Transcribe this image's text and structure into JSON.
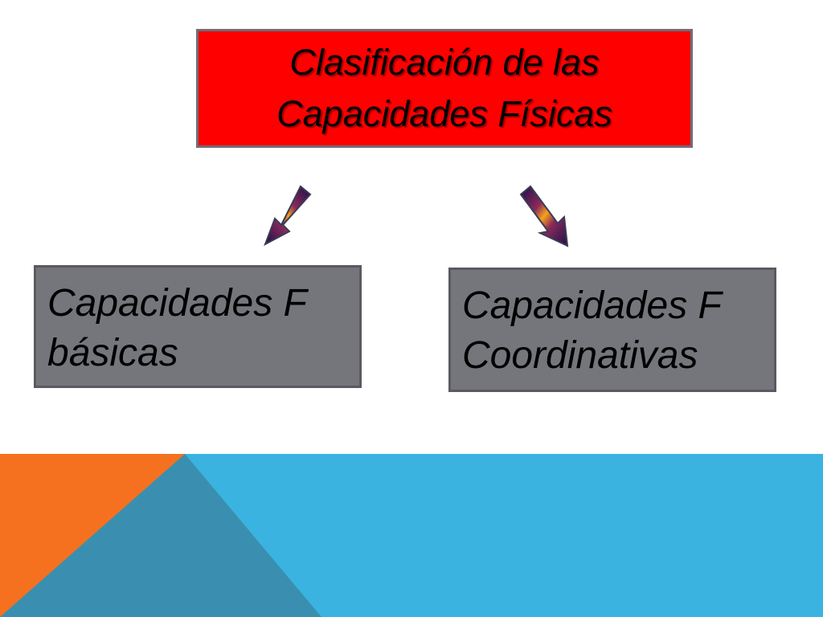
{
  "title": {
    "line1": "Clasificación de las",
    "line2": "Capacidades Físicas"
  },
  "left_box": {
    "line1": "Capacidades F",
    "line2": "básicas"
  },
  "right_box": {
    "line1": "Capacidades F",
    "line2": "Coordinativas"
  },
  "colors": {
    "title_fill": "#ff0000",
    "box_fill": "#75767c",
    "footer_blue": "#3bb3e0",
    "footer_orange": "#f6711f",
    "footer_teal": "#3a8fb0"
  }
}
